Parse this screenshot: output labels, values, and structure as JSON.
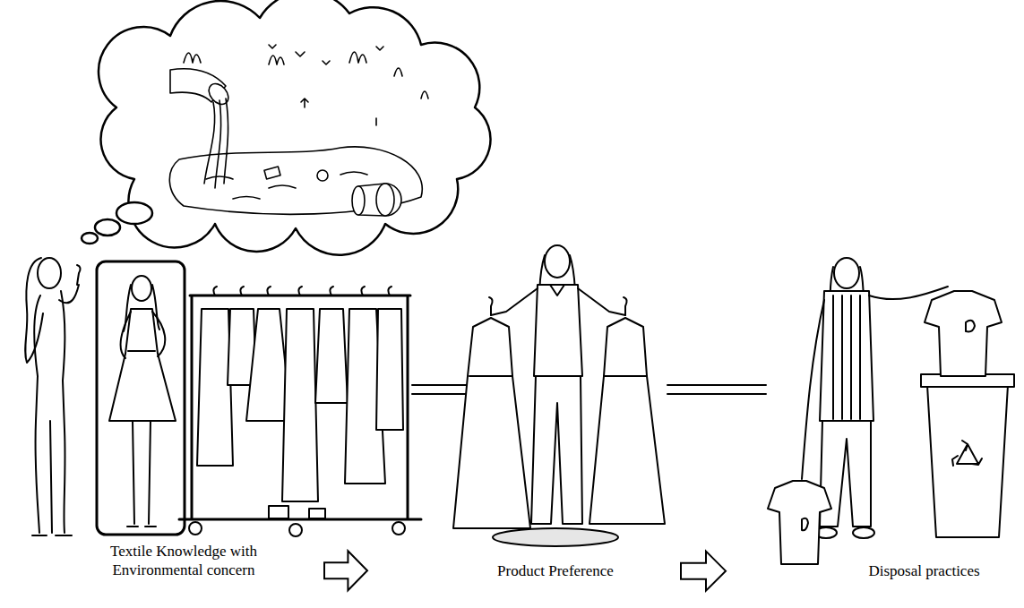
{
  "diagram": {
    "nodes": [
      {
        "text": [
          "Textile Knowledge with Environmental concern"
        ]
      },
      {
        "text": [
          "Product Preference"
        ]
      },
      {
        "text": [
          "Disposal practices"
        ]
      }
    ],
    "edges": [
      {
        "from": 0,
        "to": 1,
        "arrow": "to"
      },
      {
        "from": 1,
        "to": 2,
        "arrow": "to"
      }
    ]
  }
}
